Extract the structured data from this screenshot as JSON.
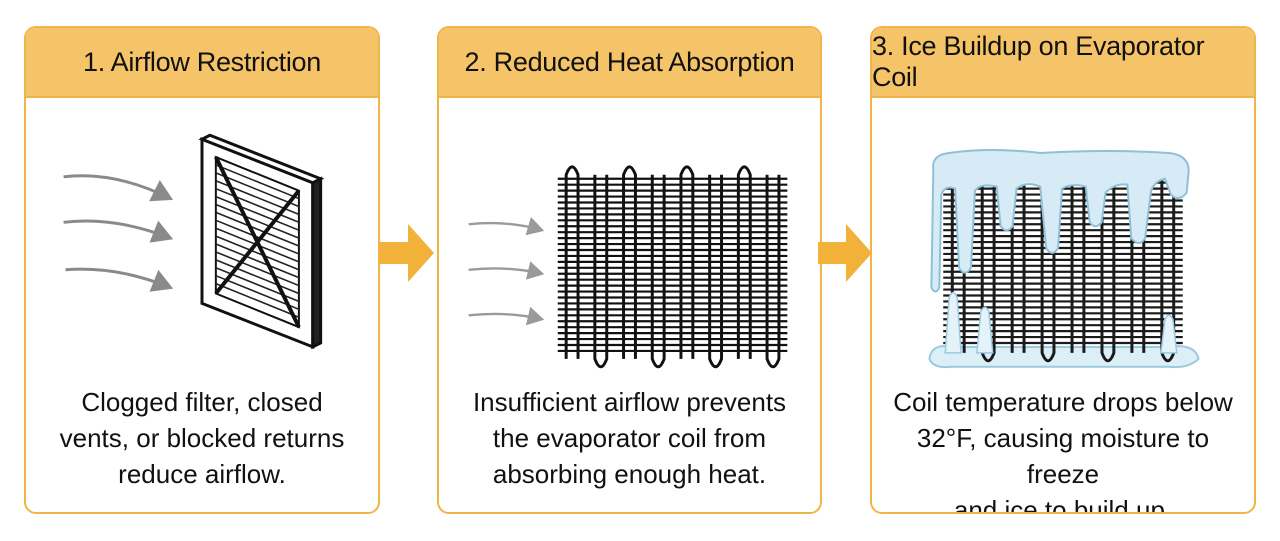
{
  "steps": [
    {
      "title": "1. Airflow Restriction",
      "caption": [
        "Clogged filter, closed",
        "vents, or blocked returns",
        "reduce airflow."
      ],
      "icon": "clogged-filter-icon"
    },
    {
      "title": "2. Reduced Heat Absorption",
      "caption": [
        "Insufficient airflow prevents",
        "the evaporator coil from",
        "absorbing enough heat."
      ],
      "icon": "evaporator-coil-icon"
    },
    {
      "title": "3. Ice Buildup on Evaporator Coil",
      "caption": [
        "Coil temperature drops below",
        "32°F, causing moisture to freeze",
        "and ice to build up."
      ],
      "icon": "frozen-coil-icon"
    }
  ],
  "colors": {
    "accent": "#f5c468",
    "border": "#f0b54a",
    "arrow": "#f2b138",
    "ice": "#d6ebf5",
    "airflow": "#8a8a8a"
  }
}
